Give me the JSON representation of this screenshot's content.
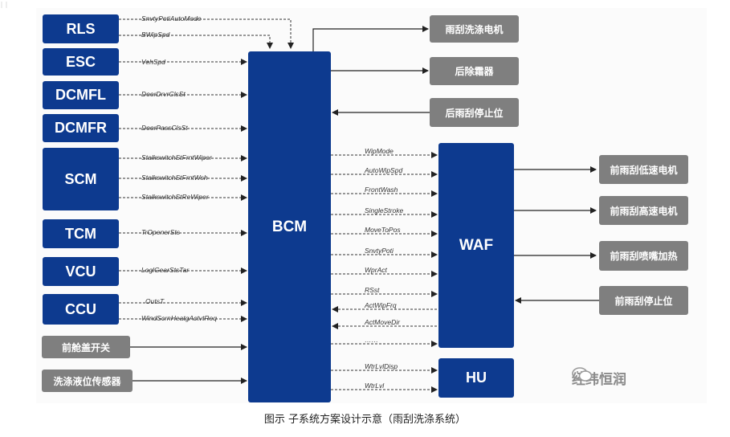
{
  "left_ecus": {
    "rls": "RLS",
    "esc": "ESC",
    "dcmfl": "DCMFL",
    "dcmfr": "DCMFR",
    "scm": "SCM",
    "tcm": "TCM",
    "vcu": "VCU",
    "ccu": "CCU",
    "front_hood": "前舱盖开关",
    "washer_level": "洗涤液位传感器"
  },
  "left_signals": {
    "snsty_poti_auto_mode": "SnvtyPotiAutoMode",
    "bwip_spd": "BWipSpd",
    "veh_spd": "VehSpd",
    "door_drvr_cls_st": "DoorDrvrClsSt",
    "door_pass_cls_st": "DoorPassClsSt",
    "stalk_frnt_wiper": "StalkswitchStFrntWiper",
    "stalk_frnt_wsh": "StalkswitchStFrntWsh",
    "stalk_re_wiper": "StalkswitchStReWiper",
    "tr_opener_sts": "TrOpenerSts",
    "logl_gear_sts_tar": "LoglGearStsTar",
    "outs_t": "OutsT",
    "wind_scrn_heatg": "WindScrnHeatgActvtReq"
  },
  "center": {
    "bcm": "BCM",
    "waf": "WAF",
    "hu": "HU"
  },
  "bcm_right": {
    "rear_wiper_motor": "雨刮洗涤电机",
    "rear_defroster": "后除霜器",
    "rear_wiper_park": "后雨刮停止位"
  },
  "waf_signals": {
    "wip_mode": "WipMode",
    "auto_wip_spd": "AutoWipSpd",
    "front_wash": "FrontWash",
    "single_stroke": "SingleStroke",
    "move_to_pos": "MoveToPos",
    "snty_poti": "SnvtyPoti",
    "wpr_act": "WprAct",
    "rst": "RSst",
    "act_wip_frq": "ActWipFrq",
    "act_move_dir": "ActMoveDir",
    "ellipsis": "……"
  },
  "hu_signals": {
    "wtr_lvl_disp": "WtrLvlDisp",
    "wtr_lvl": "WtrLvl"
  },
  "waf_right": {
    "front_low": "前雨刮低速电机",
    "front_high": "前雨刮高速电机",
    "front_nozzle": "前雨刮喷嘴加热",
    "front_park": "前雨刮停止位"
  },
  "caption": "图示 子系统方案设计示意（雨刮洗涤系统）",
  "watermark": "经纬恒润",
  "colors": {
    "ecu_blue": "#0d3a8f",
    "actuator_gray": "#7f7f7f",
    "line": "#222222"
  }
}
